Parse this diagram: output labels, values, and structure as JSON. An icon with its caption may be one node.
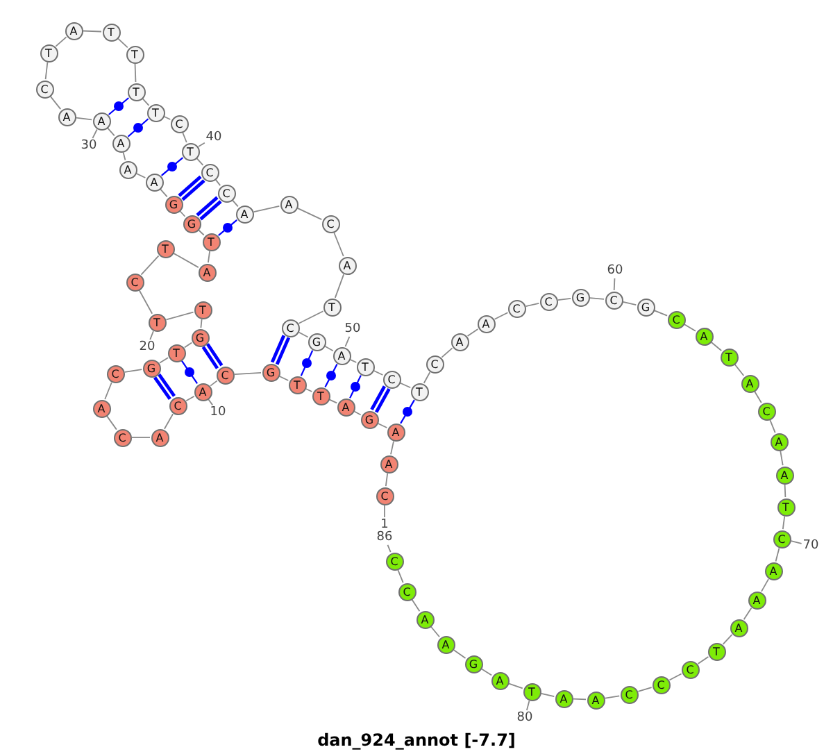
{
  "diagram": {
    "title": "dan_924_annot [-7.7]",
    "nodes": [
      {
        "text": [
          "C"
        ]
      },
      {
        "text": [
          "A"
        ]
      },
      {
        "text": [
          "A"
        ]
      },
      {
        "text": [
          "G"
        ]
      },
      {
        "text": [
          "A"
        ]
      },
      {
        "text": [
          "T"
        ]
      },
      {
        "text": [
          "T"
        ]
      },
      {
        "text": [
          "G"
        ]
      },
      {
        "text": [
          "C"
        ]
      },
      {
        "text": [
          "A"
        ]
      },
      {
        "text": [
          "C"
        ]
      },
      {
        "text": [
          "A"
        ]
      },
      {
        "text": [
          "C"
        ]
      },
      {
        "text": [
          "A"
        ]
      },
      {
        "text": [
          "C"
        ]
      },
      {
        "text": [
          "G"
        ]
      },
      {
        "text": [
          "T"
        ]
      },
      {
        "text": [
          "G"
        ]
      },
      {
        "text": [
          "T"
        ]
      },
      {
        "text": [
          "T"
        ]
      },
      {
        "text": [
          "C"
        ]
      },
      {
        "text": [
          "T"
        ]
      },
      {
        "text": [
          "A"
        ]
      },
      {
        "text": [
          "T"
        ]
      },
      {
        "text": [
          "G"
        ]
      },
      {
        "text": [
          "G"
        ]
      },
      {
        "text": [
          "A"
        ]
      },
      {
        "text": [
          "A"
        ]
      },
      {
        "text": [
          "A"
        ]
      },
      {
        "text": [
          "A"
        ]
      },
      {
        "text": [
          "A"
        ]
      },
      {
        "text": [
          "C"
        ]
      },
      {
        "text": [
          "T"
        ]
      },
      {
        "text": [
          "A"
        ]
      },
      {
        "text": [
          "T"
        ]
      },
      {
        "text": [
          "T"
        ]
      },
      {
        "text": [
          "T"
        ]
      },
      {
        "text": [
          "T"
        ]
      },
      {
        "text": [
          "C"
        ]
      },
      {
        "text": [
          "T"
        ]
      },
      {
        "text": [
          "C"
        ]
      },
      {
        "text": [
          "C"
        ]
      },
      {
        "text": [
          "A"
        ]
      },
      {
        "text": [
          "A"
        ]
      },
      {
        "text": [
          "C"
        ]
      },
      {
        "text": [
          "A"
        ]
      },
      {
        "text": [
          "T"
        ]
      },
      {
        "text": [
          "C"
        ]
      },
      {
        "text": [
          "G"
        ]
      },
      {
        "text": [
          "A"
        ]
      },
      {
        "text": [
          "T"
        ]
      },
      {
        "text": [
          "C"
        ]
      },
      {
        "text": [
          "T"
        ]
      },
      {
        "text": [
          "C"
        ]
      },
      {
        "text": [
          "A"
        ]
      },
      {
        "text": [
          "A"
        ]
      },
      {
        "text": [
          "C"
        ]
      },
      {
        "text": [
          "C"
        ]
      },
      {
        "text": [
          "G"
        ]
      },
      {
        "text": [
          "C"
        ]
      },
      {
        "text": [
          "G"
        ]
      },
      {
        "text": [
          "C"
        ]
      },
      {
        "text": [
          "A"
        ]
      },
      {
        "text": [
          "T"
        ]
      },
      {
        "text": [
          "A"
        ]
      },
      {
        "text": [
          "C"
        ]
      },
      {
        "text": [
          "A"
        ]
      },
      {
        "text": [
          "A"
        ]
      },
      {
        "text": [
          "T"
        ]
      },
      {
        "text": [
          "C"
        ]
      },
      {
        "text": [
          "A"
        ]
      },
      {
        "text": [
          "A"
        ]
      },
      {
        "text": [
          "A"
        ]
      },
      {
        "text": [
          "T"
        ]
      },
      {
        "text": [
          "C"
        ]
      },
      {
        "text": [
          "C"
        ]
      },
      {
        "text": [
          "C"
        ]
      },
      {
        "text": [
          "A"
        ]
      },
      {
        "text": [
          "A"
        ]
      },
      {
        "text": [
          "T"
        ]
      },
      {
        "text": [
          "A"
        ]
      },
      {
        "text": [
          "G"
        ]
      },
      {
        "text": [
          "A"
        ]
      },
      {
        "text": [
          "A"
        ]
      },
      {
        "text": [
          "C"
        ]
      },
      {
        "text": [
          "C"
        ]
      },
      {
        "text": [
          "1"
        ]
      },
      {
        "text": [
          "10"
        ]
      },
      {
        "text": [
          "20"
        ]
      },
      {
        "text": [
          "30"
        ]
      },
      {
        "text": [
          "40"
        ]
      },
      {
        "text": [
          "50"
        ]
      },
      {
        "text": [
          "60"
        ]
      },
      {
        "text": [
          "70"
        ]
      },
      {
        "text": [
          "80"
        ]
      },
      {
        "text": [
          "86"
        ]
      }
    ],
    "edges": [
      {
        "from": 0,
        "to": 1,
        "arrow": "none"
      },
      {
        "from": 1,
        "to": 2,
        "arrow": "none"
      },
      {
        "from": 2,
        "to": 3,
        "arrow": "none"
      },
      {
        "from": 3,
        "to": 4,
        "arrow": "none"
      },
      {
        "from": 4,
        "to": 5,
        "arrow": "none"
      },
      {
        "from": 5,
        "to": 6,
        "arrow": "none"
      },
      {
        "from": 6,
        "to": 7,
        "arrow": "none"
      },
      {
        "from": 7,
        "to": 8,
        "arrow": "none"
      },
      {
        "from": 8,
        "to": 9,
        "arrow": "none"
      },
      {
        "from": 9,
        "to": 10,
        "arrow": "none"
      },
      {
        "from": 10,
        "to": 11,
        "arrow": "none"
      },
      {
        "from": 11,
        "to": 12,
        "arrow": "none"
      },
      {
        "from": 12,
        "to": 13,
        "arrow": "none"
      },
      {
        "from": 13,
        "to": 14,
        "arrow": "none"
      },
      {
        "from": 14,
        "to": 15,
        "arrow": "none"
      },
      {
        "from": 15,
        "to": 16,
        "arrow": "none"
      },
      {
        "from": 16,
        "to": 17,
        "arrow": "none"
      },
      {
        "from": 17,
        "to": 18,
        "arrow": "none"
      },
      {
        "from": 18,
        "to": 19,
        "arrow": "none"
      },
      {
        "from": 19,
        "to": 20,
        "arrow": "none"
      },
      {
        "from": 20,
        "to": 21,
        "arrow": "none"
      },
      {
        "from": 21,
        "to": 22,
        "arrow": "none"
      },
      {
        "from": 22,
        "to": 23,
        "arrow": "none"
      },
      {
        "from": 23,
        "to": 24,
        "arrow": "none"
      },
      {
        "from": 24,
        "to": 25,
        "arrow": "none"
      },
      {
        "from": 25,
        "to": 26,
        "arrow": "none"
      },
      {
        "from": 26,
        "to": 27,
        "arrow": "none"
      },
      {
        "from": 27,
        "to": 28,
        "arrow": "none"
      },
      {
        "from": 28,
        "to": 29,
        "arrow": "none"
      },
      {
        "from": 29,
        "to": 30,
        "arrow": "none"
      },
      {
        "from": 30,
        "to": 31,
        "arrow": "none"
      },
      {
        "from": 31,
        "to": 32,
        "arrow": "none"
      },
      {
        "from": 32,
        "to": 33,
        "arrow": "none"
      },
      {
        "from": 33,
        "to": 34,
        "arrow": "none"
      },
      {
        "from": 34,
        "to": 35,
        "arrow": "none"
      },
      {
        "from": 35,
        "to": 36,
        "arrow": "none"
      },
      {
        "from": 36,
        "to": 37,
        "arrow": "none"
      },
      {
        "from": 37,
        "to": 38,
        "arrow": "none"
      },
      {
        "from": 38,
        "to": 39,
        "arrow": "none"
      },
      {
        "from": 39,
        "to": 40,
        "arrow": "none"
      },
      {
        "from": 40,
        "to": 41,
        "arrow": "none"
      },
      {
        "from": 41,
        "to": 42,
        "arrow": "none"
      },
      {
        "from": 42,
        "to": 43,
        "arrow": "none"
      },
      {
        "from": 43,
        "to": 44,
        "arrow": "none"
      },
      {
        "from": 44,
        "to": 45,
        "arrow": "none"
      },
      {
        "from": 45,
        "to": 46,
        "arrow": "none"
      },
      {
        "from": 46,
        "to": 47,
        "arrow": "none"
      },
      {
        "from": 47,
        "to": 48,
        "arrow": "none"
      },
      {
        "from": 48,
        "to": 49,
        "arrow": "none"
      },
      {
        "from": 49,
        "to": 50,
        "arrow": "none"
      },
      {
        "from": 50,
        "to": 51,
        "arrow": "none"
      },
      {
        "from": 51,
        "to": 52,
        "arrow": "none"
      },
      {
        "from": 52,
        "to": 53,
        "arrow": "none"
      },
      {
        "from": 53,
        "to": 54,
        "arrow": "none"
      },
      {
        "from": 54,
        "to": 55,
        "arrow": "none"
      },
      {
        "from": 55,
        "to": 56,
        "arrow": "none"
      },
      {
        "from": 56,
        "to": 57,
        "arrow": "none"
      },
      {
        "from": 57,
        "to": 58,
        "arrow": "none"
      },
      {
        "from": 58,
        "to": 59,
        "arrow": "none"
      },
      {
        "from": 59,
        "to": 60,
        "arrow": "none"
      },
      {
        "from": 60,
        "to": 61,
        "arrow": "none"
      },
      {
        "from": 61,
        "to": 62,
        "arrow": "none"
      },
      {
        "from": 62,
        "to": 63,
        "arrow": "none"
      },
      {
        "from": 63,
        "to": 64,
        "arrow": "none"
      },
      {
        "from": 64,
        "to": 65,
        "arrow": "none"
      },
      {
        "from": 65,
        "to": 66,
        "arrow": "none"
      },
      {
        "from": 66,
        "to": 67,
        "arrow": "none"
      },
      {
        "from": 67,
        "to": 68,
        "arrow": "none"
      },
      {
        "from": 68,
        "to": 69,
        "arrow": "none"
      },
      {
        "from": 69,
        "to": 70,
        "arrow": "none"
      },
      {
        "from": 70,
        "to": 71,
        "arrow": "none"
      },
      {
        "from": 71,
        "to": 72,
        "arrow": "none"
      },
      {
        "from": 72,
        "to": 73,
        "arrow": "none"
      },
      {
        "from": 73,
        "to": 74,
        "arrow": "none"
      },
      {
        "from": 74,
        "to": 75,
        "arrow": "none"
      },
      {
        "from": 75,
        "to": 76,
        "arrow": "none"
      },
      {
        "from": 76,
        "to": 77,
        "arrow": "none"
      },
      {
        "from": 77,
        "to": 78,
        "arrow": "none"
      },
      {
        "from": 78,
        "to": 79,
        "arrow": "none"
      },
      {
        "from": 79,
        "to": 80,
        "arrow": "none"
      },
      {
        "from": 80,
        "to": 81,
        "arrow": "none"
      },
      {
        "from": 81,
        "to": 82,
        "arrow": "none"
      },
      {
        "from": 82,
        "to": 83,
        "arrow": "none"
      },
      {
        "from": 83,
        "to": 84,
        "arrow": "none"
      },
      {
        "from": 84,
        "to": 85,
        "arrow": "none"
      },
      {
        "from": 2,
        "to": 52,
        "arrow": "none",
        "color": "#0000ff"
      },
      {
        "from": 3,
        "to": 51,
        "arrow": "none",
        "style": "thick",
        "color": "#0000ff"
      },
      {
        "from": 4,
        "to": 50,
        "arrow": "none",
        "color": "#0000ff"
      },
      {
        "from": 5,
        "to": 49,
        "arrow": "none",
        "color": "#0000ff"
      },
      {
        "from": 6,
        "to": 48,
        "arrow": "none",
        "color": "#0000ff"
      },
      {
        "from": 7,
        "to": 47,
        "arrow": "none",
        "style": "thick",
        "color": "#0000ff"
      },
      {
        "from": 8,
        "to": 17,
        "arrow": "none",
        "style": "thick",
        "color": "#0000ff"
      },
      {
        "from": 9,
        "to": 16,
        "arrow": "none",
        "color": "#0000ff"
      },
      {
        "from": 10,
        "to": 15,
        "arrow": "none",
        "style": "thick",
        "color": "#0000ff"
      },
      {
        "from": 23,
        "to": 42,
        "arrow": "none",
        "color": "#0000ff"
      },
      {
        "from": 24,
        "to": 41,
        "arrow": "none",
        "style": "thick",
        "color": "#0000ff"
      },
      {
        "from": 25,
        "to": 40,
        "arrow": "none",
        "style": "thick",
        "color": "#0000ff"
      },
      {
        "from": 26,
        "to": 39,
        "arrow": "none",
        "color": "#0000ff"
      },
      {
        "from": 28,
        "to": 37,
        "arrow": "none",
        "color": "#0000ff"
      },
      {
        "from": 29,
        "to": 36,
        "arrow": "none",
        "color": "#0000ff"
      },
      {
        "from": 86,
        "to": 0,
        "arrow": "none"
      },
      {
        "from": 87,
        "to": 9,
        "arrow": "none"
      },
      {
        "from": 88,
        "to": 19,
        "arrow": "none"
      },
      {
        "from": 89,
        "to": 29,
        "arrow": "none"
      },
      {
        "from": 90,
        "to": 39,
        "arrow": "none"
      },
      {
        "from": 91,
        "to": 49,
        "arrow": "none"
      },
      {
        "from": 92,
        "to": 59,
        "arrow": "none"
      },
      {
        "from": 93,
        "to": 69,
        "arrow": "none"
      },
      {
        "from": 94,
        "to": 79,
        "arrow": "none"
      },
      {
        "from": 95,
        "to": 85,
        "arrow": "none"
      }
    ]
  }
}
